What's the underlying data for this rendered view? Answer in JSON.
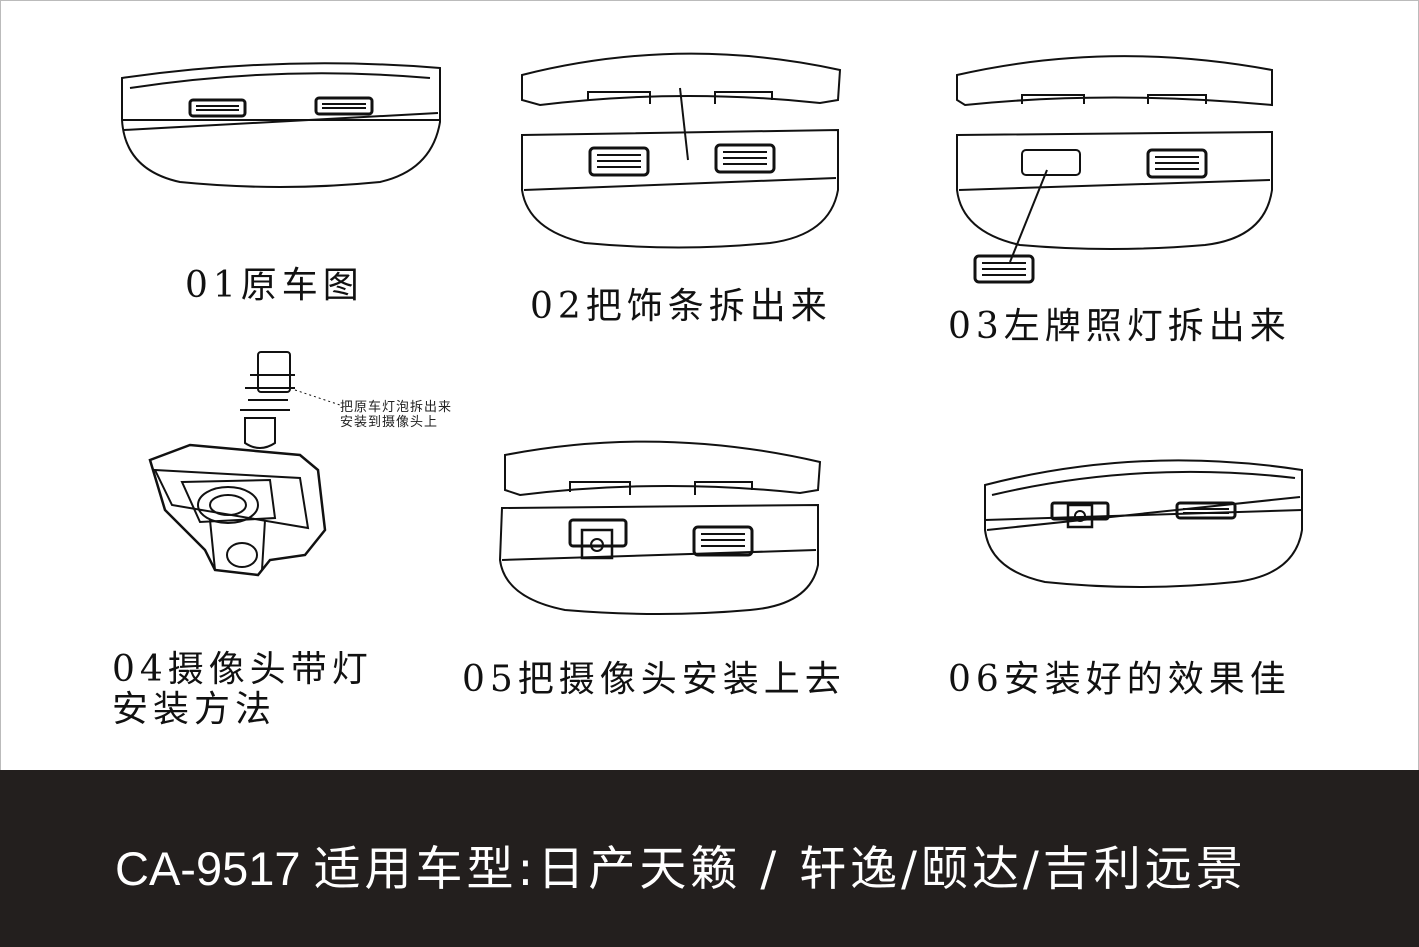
{
  "steps": [
    {
      "label": "01原车图"
    },
    {
      "label": "02把饰条拆出来"
    },
    {
      "label": "03左牌照灯拆出来"
    },
    {
      "label_line1": "04摄像头带灯",
      "label_line2": "安装方法",
      "note_line1": "把原车灯泡拆出来",
      "note_line2": "安装到摄像头上"
    },
    {
      "label": "05把摄像头安装上去"
    },
    {
      "label": "06安装好的效果佳"
    }
  ],
  "footer": {
    "model": "CA-9517",
    "applicable": "适用车型:日产天籁 / 轩逸/颐达/吉利远景"
  },
  "colors": {
    "footer_bg": "#231f1e",
    "footer_text": "#ffffff",
    "line": "#111111"
  }
}
